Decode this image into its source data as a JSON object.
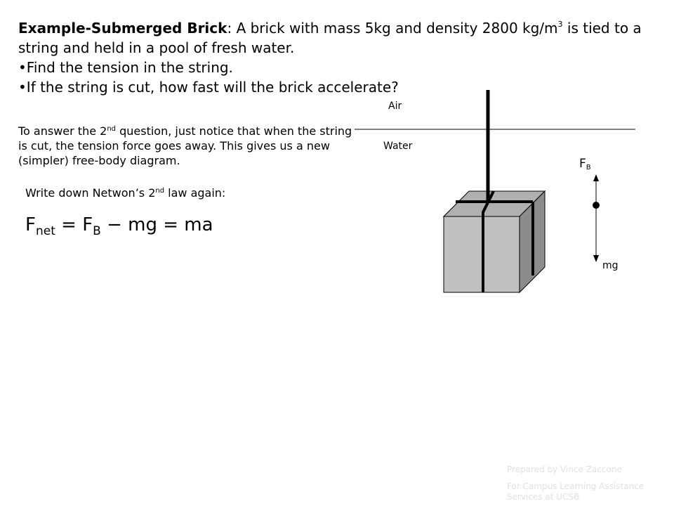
{
  "heading": {
    "title_bold": "Example-Submerged Brick",
    "title_colon": ":  ",
    "text_a": "A brick with mass 5kg and density 2800 kg/m",
    "sup_3": "3",
    "text_b": " is tied to a string and held in a pool of fresh water.",
    "bullet_1": "•Find the tension in the string.",
    "bullet_2": "•If the string is cut, how fast will the brick accelerate?"
  },
  "paragraph": {
    "part_a": "To answer the 2",
    "sup_nd": "nd",
    "part_b": " question, just notice that when the string is cut, the tension force goes away. This gives us a new (simpler) free-body diagram."
  },
  "newton": {
    "part_a": "Write down Netwon’s 2",
    "sup_nd": "nd",
    "part_b": " law again:"
  },
  "equation": {
    "f1": "F",
    "net": "net",
    "eq1": " = F",
    "b": "B",
    "rest": " − mg = ma"
  },
  "diagram": {
    "air_label": "Air",
    "water_label": "Water",
    "fb_f": "F",
    "fb_b": "B",
    "mg_label": "mg",
    "colors": {
      "brick_front": "#c0c0c0",
      "brick_top": "#b0b0b0",
      "brick_side": "#8c8c8c",
      "string": "#000000"
    }
  },
  "credits": {
    "line_1": "Prepared by Vince Zaccone",
    "line_2": "For Campus Learning Assistance Services at UCSB"
  }
}
